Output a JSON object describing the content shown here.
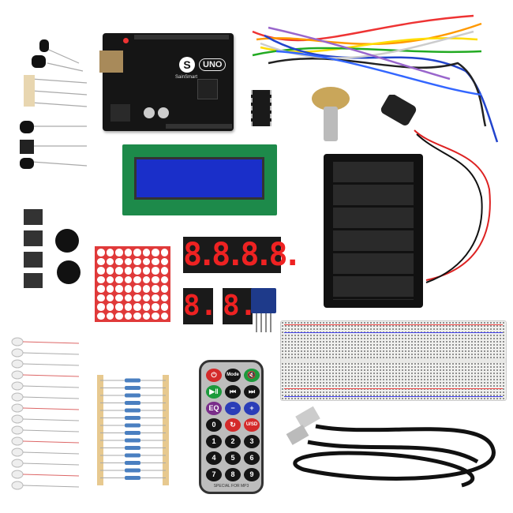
{
  "board": {
    "brand": "SainSmart",
    "logo_letter": "S",
    "model": "UNO"
  },
  "remote": {
    "buttons": [
      {
        "label": "⏻",
        "color": "#d42a2a"
      },
      {
        "label": "Mode",
        "color": "#151515"
      },
      {
        "label": "🔇",
        "color": "#1c9a3c"
      },
      {
        "label": "▶‖",
        "color": "#1c9a3c"
      },
      {
        "label": "⏮",
        "color": "#151515"
      },
      {
        "label": "⏭",
        "color": "#151515"
      },
      {
        "label": "EQ",
        "color": "#7a2d8a"
      },
      {
        "label": "−",
        "color": "#2a3db8"
      },
      {
        "label": "+",
        "color": "#2a3db8"
      },
      {
        "label": "0",
        "color": "#151515"
      },
      {
        "label": "↻",
        "color": "#d42a2a"
      },
      {
        "label": "U/SD",
        "color": "#d42a2a"
      },
      {
        "label": "1",
        "color": "#151515"
      },
      {
        "label": "2",
        "color": "#151515"
      },
      {
        "label": "3",
        "color": "#151515"
      },
      {
        "label": "4",
        "color": "#151515"
      },
      {
        "label": "5",
        "color": "#151515"
      },
      {
        "label": "6",
        "color": "#151515"
      },
      {
        "label": "7",
        "color": "#151515"
      },
      {
        "label": "8",
        "color": "#151515"
      },
      {
        "label": "9",
        "color": "#151515"
      }
    ],
    "footer": "SPECIAL FOR MP3"
  },
  "seven_segment": {
    "four_digit": "8.8.8.8.",
    "single_a": "8.",
    "single_b": "8."
  },
  "colors": {
    "pcb_black": "#151515",
    "lcd_pcb": "#1d8a4a",
    "lcd_screen": "#1a2fc9",
    "led_red": "#e22222"
  }
}
